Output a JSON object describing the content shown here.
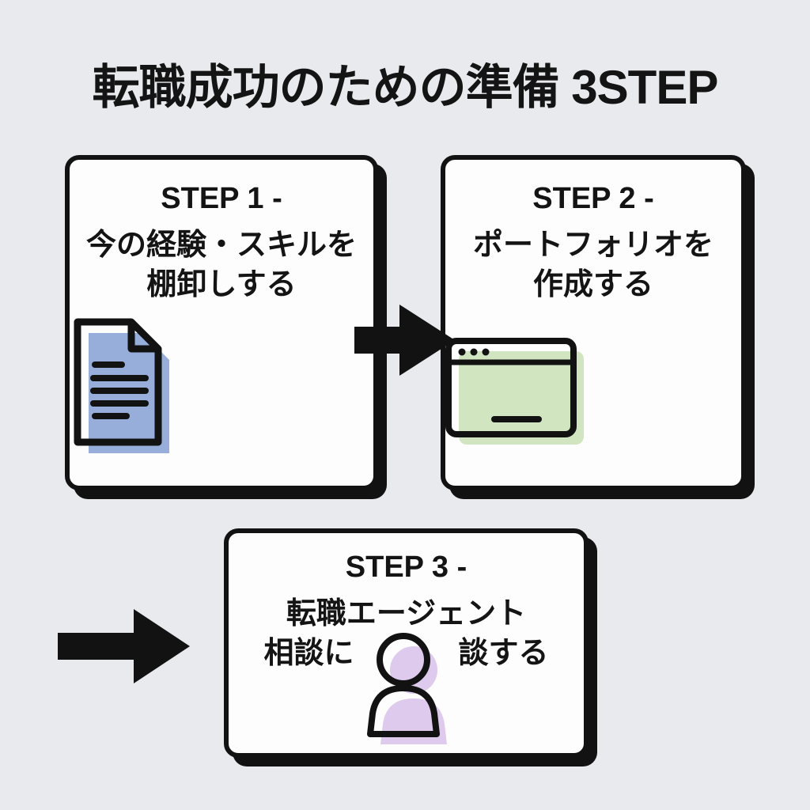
{
  "title": "転職成功のための準備 3STEP",
  "steps": [
    {
      "heading": "STEP 1 -",
      "lines": [
        "今の経験・スキルを",
        "棚卸しする"
      ],
      "icon": "document-icon"
    },
    {
      "heading": "STEP 2 -",
      "lines": [
        "ポートフォリオを",
        "作成する"
      ],
      "icon": "browser-icon"
    },
    {
      "heading": "STEP 3 -",
      "line1": "転職エージェント",
      "line2_left": "相談に",
      "line2_right": "談する",
      "icon": "person-icon"
    }
  ],
  "colors": {
    "background": "#e9eaee",
    "card_background": "#fdfdfe",
    "outline_black": "#121212",
    "document_blue": "#96aed9",
    "browser_green": "#d0e5c0",
    "person_purple": "#decaec"
  }
}
